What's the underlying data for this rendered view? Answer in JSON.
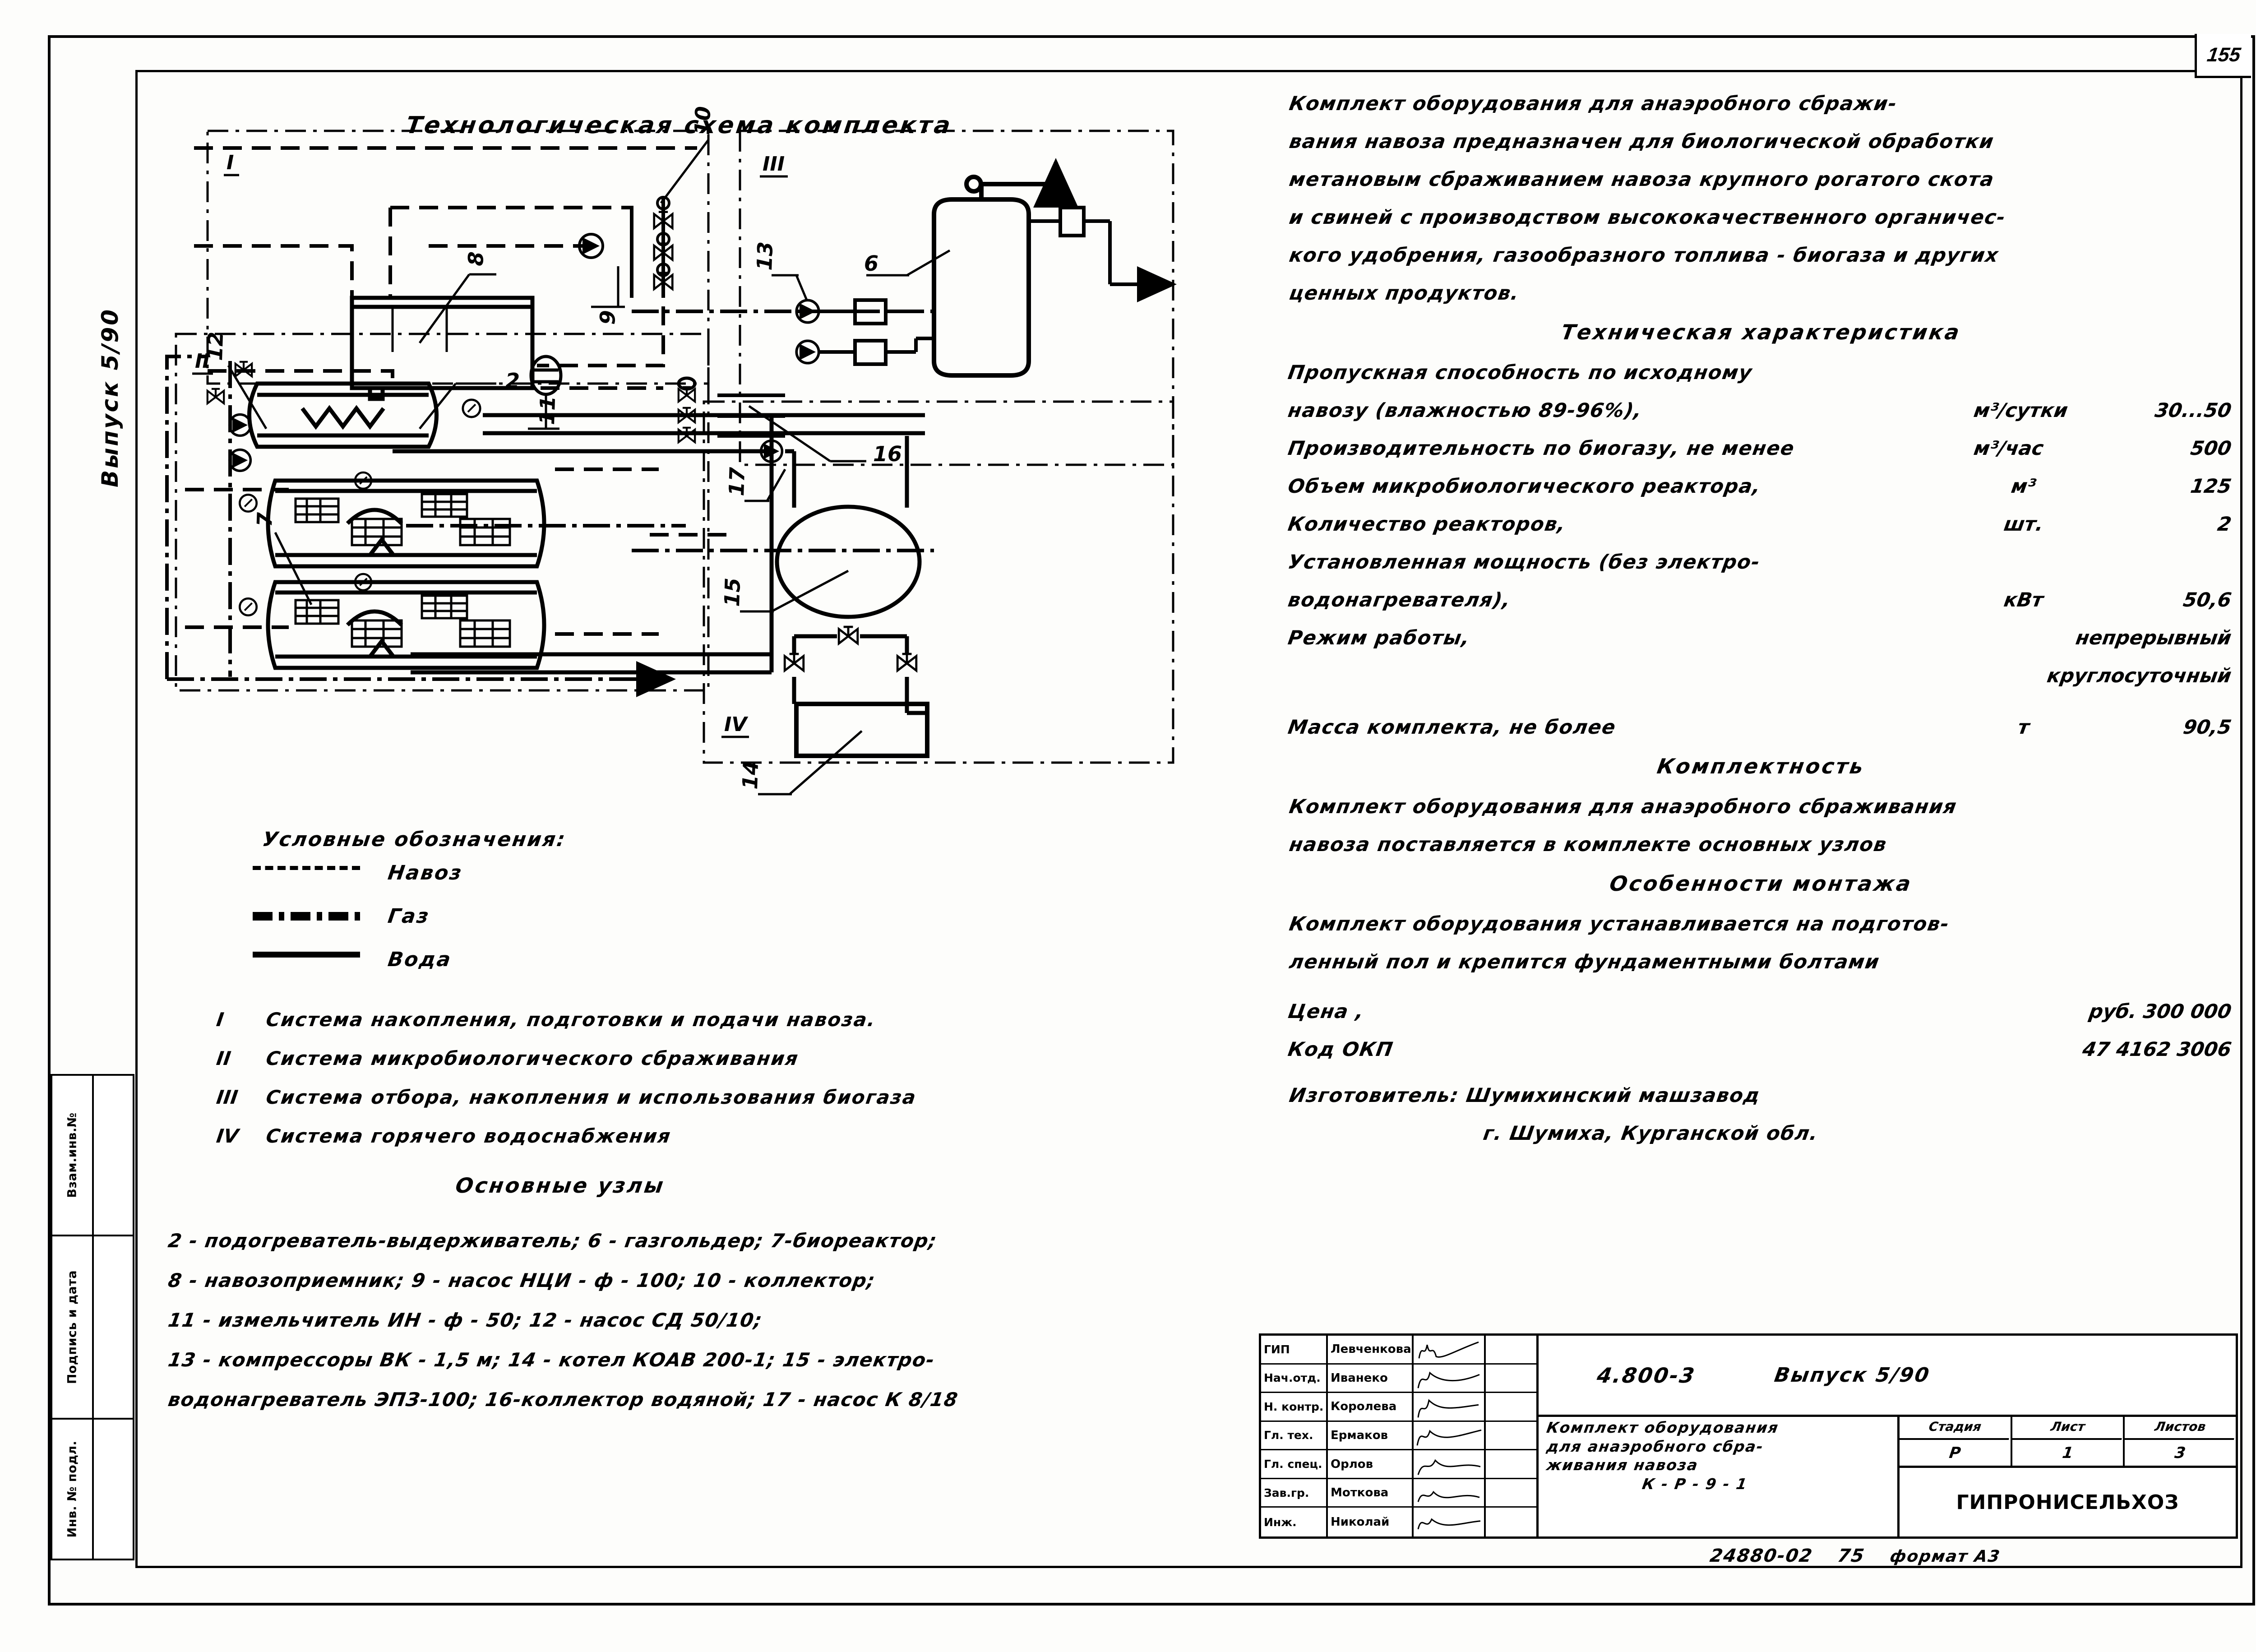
{
  "page_number": "155",
  "sidebar": {
    "issue_label": "Выпуск 5/90",
    "stamp_cells": [
      {
        "label": "Инв. № подл."
      },
      {
        "label": "Подпись и дата"
      },
      {
        "label": "Взам.инв.№"
      }
    ]
  },
  "diagram": {
    "title": "Технологическая схема комплекта",
    "section_labels": [
      "I",
      "II",
      "III",
      "IV"
    ],
    "callouts": [
      "2",
      "6",
      "7",
      "8",
      "9",
      "10",
      "11",
      "12",
      "13",
      "14",
      "15",
      "16",
      "17"
    ]
  },
  "legend": {
    "title": "Условные обозначения:",
    "items": [
      {
        "style": "dashed",
        "label": "Навоз"
      },
      {
        "style": "dash-dot",
        "label": "Газ"
      },
      {
        "style": "solid",
        "label": "Вода"
      }
    ]
  },
  "systems": [
    {
      "num": "I",
      "text": "Система   накопления, подготовки и подачи  навоза."
    },
    {
      "num": "II",
      "text": "Система   микробиологического сбраживания"
    },
    {
      "num": "III",
      "text": "Система   отбора, накопления и использования биогаза"
    },
    {
      "num": "IV",
      "text": "Система   горячего  водоснабжения"
    }
  ],
  "units": {
    "title": "Основные   узлы",
    "lines": [
      "2 - подогреватель-выдерживатель;  6 - газгольдер; 7-биореактор;",
      "8 - навозоприемник;  9 - насос НЦИ - ф - 100;  10 - коллектор;",
      "11 - измельчитель ИН - ф - 50;  12 - насос  СД 50/10;",
      "13 - компрессоры  ВК - 1,5 м;  14 - котел  КОАВ 200-1;  15 - электро-",
      "водонагреватель ЭПЗ-100; 16-коллектор водяной; 17 - насос  К 8/18"
    ]
  },
  "description": {
    "intro": [
      "Комплект  оборудования  для  анаэробного  сбражи-",
      "вания  навоза  предназначен для биологической обработки",
      "метановым сбраживанием навоза крупного рогатого скота",
      "и свиней с производством высококачественного органичес-",
      "кого удобрения, газообразного топлива - биогаза и других",
      "ценных продуктов."
    ]
  },
  "tech_spec": {
    "heading": "Техническая    характеристика",
    "rows": [
      {
        "name": "Пропускная способность по исходному",
        "unit": "",
        "value": ""
      },
      {
        "name": "навозу (влажностью 89-96%),",
        "unit": "м³/сутки",
        "value": "30...50"
      },
      {
        "name": "Производительность по биогазу, не менее",
        "unit": "м³/час",
        "value": "500"
      },
      {
        "name": "Объем микробиологического реактора,",
        "unit": "м³",
        "value": "125"
      },
      {
        "name": "Количество реакторов,",
        "unit": "шт.",
        "value": "2"
      },
      {
        "name": "Установленная мощность (без электро-",
        "unit": "",
        "value": ""
      },
      {
        "name": "водонагревателя),",
        "unit": "кВт",
        "value": "50,6"
      },
      {
        "name": "Режим работы,",
        "unit": "",
        "value": "непрерывный"
      },
      {
        "name": "",
        "unit": "",
        "value": "круглосуточный"
      },
      {
        "name": "Масса комплекта, не более",
        "unit": "т",
        "value": "90,5"
      }
    ]
  },
  "completeness": {
    "heading": "Комплектность",
    "lines": [
      "Комплект  оборудования для анаэробного сбраживания",
      "навоза  поставляется в комплекте основных  узлов"
    ]
  },
  "mounting": {
    "heading": "Особенности  монтажа",
    "lines": [
      "Комплект оборудования устанавливается на подготов-",
      "ленный  пол  и  крепится  фундаментными  болтами"
    ]
  },
  "commercial": {
    "price_label": "Цена ,",
    "price_value": "руб. 300 000",
    "okp_label": "Код ОКП",
    "okp_value": "47 4162 3006",
    "maker_label": "Изготовитель: Шумихинский  машзавод",
    "maker_city": "г. Шумиха, Курганской обл."
  },
  "title_block": {
    "signatures": [
      {
        "role": "ГИП",
        "name": "Левченкова"
      },
      {
        "role": "Нач.отд.",
        "name": "Иванеко"
      },
      {
        "role": "Н. контр.",
        "name": "Королева"
      },
      {
        "role": "Гл. тех.",
        "name": "Ермаков"
      },
      {
        "role": "Гл. спец.",
        "name": "Орлов"
      },
      {
        "role": "Зав.гр.",
        "name": "Моткова"
      },
      {
        "role": "Инж.",
        "name": "Николай"
      }
    ],
    "doc_code": "4.800-3",
    "issue": "Выпуск 5/90",
    "doc_name_lines": [
      "Комплект оборудования",
      "для анаэробного сбра-",
      "живания  навоза"
    ],
    "doc_mark": "К - Р - 9 - 1",
    "meta_headers": [
      "Стадия",
      "Лист",
      "Листов"
    ],
    "meta_values": [
      "Р",
      "1",
      "3"
    ],
    "organization": "ГИПРОНИСЕЛЬХОЗ"
  },
  "footer": {
    "drawing_no": "24880-02",
    "sheet_no": "75",
    "format_label": "формат А3"
  }
}
